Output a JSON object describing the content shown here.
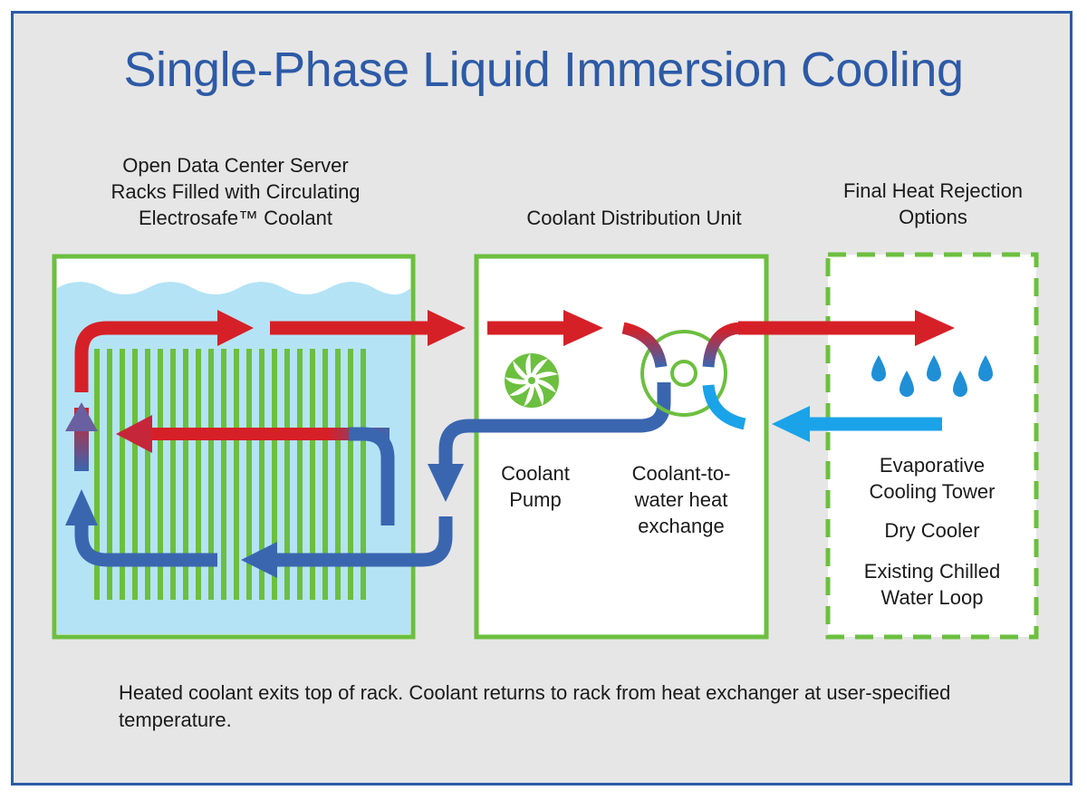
{
  "title": "Single-Phase Liquid Immersion Cooling",
  "sections": {
    "racks": {
      "label_lines": [
        "Open Data Center Server",
        "Racks Filled with Circulating",
        "Electrosafe™ Coolant"
      ]
    },
    "cdu": {
      "label": "Coolant Distribution Unit"
    },
    "rejection": {
      "label_lines": [
        "Final Heat Rejection",
        "Options"
      ]
    }
  },
  "components": {
    "pump": {
      "label_lines": [
        "Coolant",
        "Pump"
      ]
    },
    "exchanger": {
      "label_lines": [
        "Coolant-to-",
        "water heat",
        "exchange"
      ]
    }
  },
  "options": {
    "evaporative": [
      "Evaporative",
      "Cooling Tower"
    ],
    "dry": "Dry Cooler",
    "chilled": [
      "Existing Chilled",
      "Water Loop"
    ]
  },
  "caption": "Heated coolant exits top of rack. Coolant returns to rack from heat exchanger at user-specified temperature.",
  "colors": {
    "title": "#2d5aa6",
    "hot": "#d62027",
    "cool": "#3a66b0",
    "chilled": "#1aa3e8",
    "green": "#6cbf3f",
    "liquid": "#b4e3f5"
  }
}
